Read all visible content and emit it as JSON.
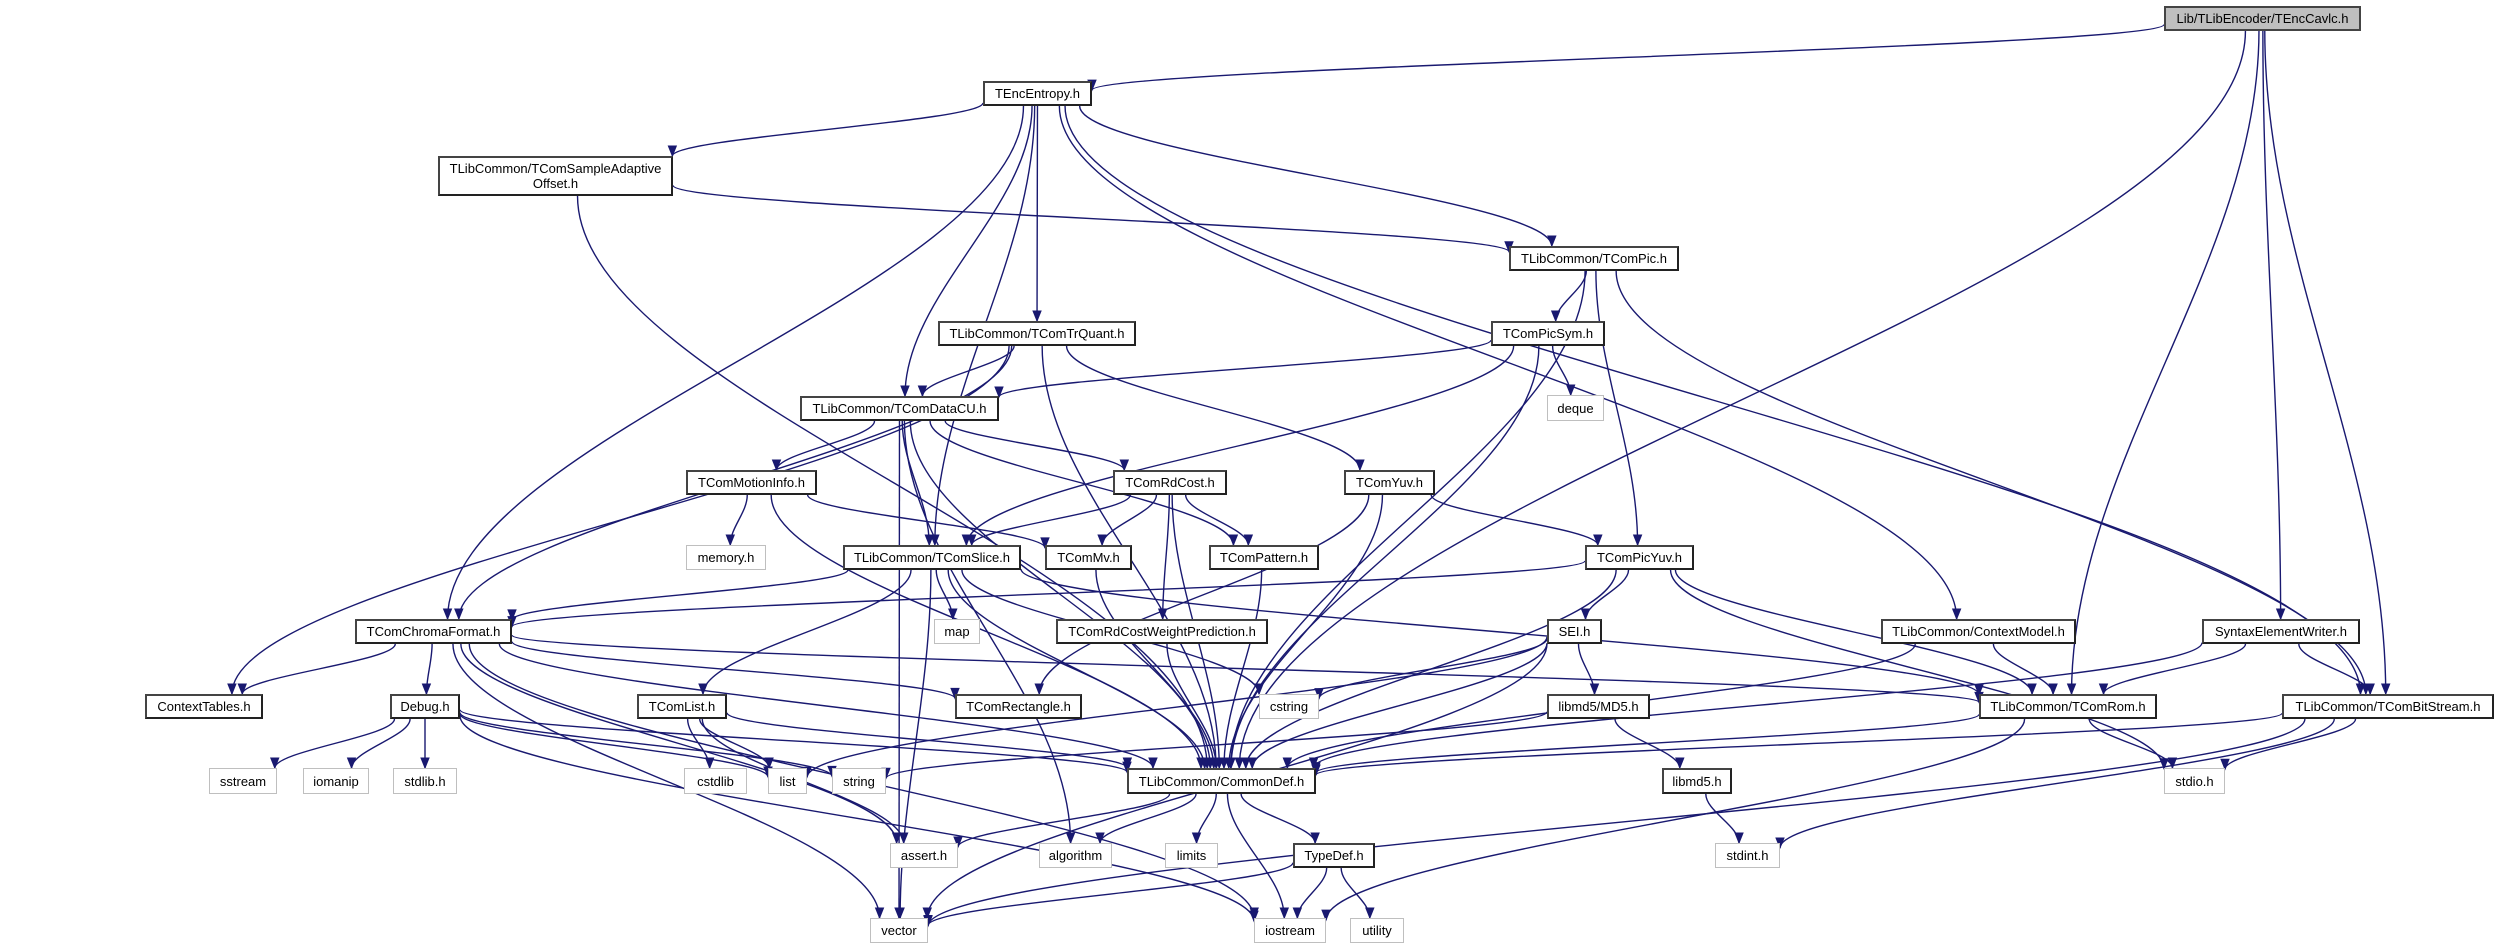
{
  "graph": {
    "title": "Lib/TLibEncoder/TEncCavlc.h",
    "edge_color": "#191970",
    "root_fill": "#bfbfbf",
    "nodes": [
      {
        "id": "TEncCavlc",
        "label": "Lib/TLibEncoder/TEncCavlc.h",
        "kind": "root"
      },
      {
        "id": "TEncEntropy",
        "label": "TEncEntropy.h",
        "kind": "local"
      },
      {
        "id": "SAO",
        "label": "TLibCommon/TComSampleAdaptive\nOffset.h",
        "kind": "local"
      },
      {
        "id": "TComPic",
        "label": "TLibCommon/TComPic.h",
        "kind": "local"
      },
      {
        "id": "TComTrQuant",
        "label": "TLibCommon/TComTrQuant.h",
        "kind": "local"
      },
      {
        "id": "TComPicSym",
        "label": "TComPicSym.h",
        "kind": "local"
      },
      {
        "id": "deque",
        "label": "deque",
        "kind": "system"
      },
      {
        "id": "TComDataCU",
        "label": "TLibCommon/TComDataCU.h",
        "kind": "local"
      },
      {
        "id": "TComMotionInfo",
        "label": "TComMotionInfo.h",
        "kind": "local"
      },
      {
        "id": "TComRdCost",
        "label": "TComRdCost.h",
        "kind": "local"
      },
      {
        "id": "TComYuv",
        "label": "TComYuv.h",
        "kind": "local"
      },
      {
        "id": "memory",
        "label": "memory.h",
        "kind": "system"
      },
      {
        "id": "TComSlice",
        "label": "TLibCommon/TComSlice.h",
        "kind": "local"
      },
      {
        "id": "TComMv",
        "label": "TComMv.h",
        "kind": "local"
      },
      {
        "id": "TComPattern",
        "label": "TComPattern.h",
        "kind": "local"
      },
      {
        "id": "TComPicYuv",
        "label": "TComPicYuv.h",
        "kind": "local"
      },
      {
        "id": "TComChromaFormat",
        "label": "TComChromaFormat.h",
        "kind": "local"
      },
      {
        "id": "map",
        "label": "map",
        "kind": "system"
      },
      {
        "id": "TComRdCostWP",
        "label": "TComRdCostWeightPrediction.h",
        "kind": "local"
      },
      {
        "id": "SEI",
        "label": "SEI.h",
        "kind": "local"
      },
      {
        "id": "ContextModel",
        "label": "TLibCommon/ContextModel.h",
        "kind": "local"
      },
      {
        "id": "SyntaxElementWriter",
        "label": "SyntaxElementWriter.h",
        "kind": "local"
      },
      {
        "id": "ContextTables",
        "label": "ContextTables.h",
        "kind": "local"
      },
      {
        "id": "Debug",
        "label": "Debug.h",
        "kind": "local"
      },
      {
        "id": "TComList",
        "label": "TComList.h",
        "kind": "local"
      },
      {
        "id": "TComRectangle",
        "label": "TComRectangle.h",
        "kind": "local"
      },
      {
        "id": "cstring",
        "label": "cstring",
        "kind": "system"
      },
      {
        "id": "MD5",
        "label": "libmd5/MD5.h",
        "kind": "local"
      },
      {
        "id": "TComRom",
        "label": "TLibCommon/TComRom.h",
        "kind": "local"
      },
      {
        "id": "TComBitStream",
        "label": "TLibCommon/TComBitStream.h",
        "kind": "local"
      },
      {
        "id": "sstream",
        "label": "sstream",
        "kind": "system"
      },
      {
        "id": "iomanip",
        "label": "iomanip",
        "kind": "system"
      },
      {
        "id": "stdlib",
        "label": "stdlib.h",
        "kind": "system"
      },
      {
        "id": "cstdlib",
        "label": "cstdlib",
        "kind": "system"
      },
      {
        "id": "list",
        "label": "list",
        "kind": "system"
      },
      {
        "id": "string",
        "label": "string",
        "kind": "system"
      },
      {
        "id": "CommonDef",
        "label": "TLibCommon/CommonDef.h",
        "kind": "local"
      },
      {
        "id": "libmd5",
        "label": "libmd5.h",
        "kind": "local"
      },
      {
        "id": "stdio",
        "label": "stdio.h",
        "kind": "system"
      },
      {
        "id": "assert",
        "label": "assert.h",
        "kind": "system"
      },
      {
        "id": "algorithm",
        "label": "algorithm",
        "kind": "system"
      },
      {
        "id": "limits",
        "label": "limits",
        "kind": "system"
      },
      {
        "id": "TypeDef",
        "label": "TypeDef.h",
        "kind": "local"
      },
      {
        "id": "stdint",
        "label": "stdint.h",
        "kind": "system"
      },
      {
        "id": "vector",
        "label": "vector",
        "kind": "system"
      },
      {
        "id": "iostream",
        "label": "iostream",
        "kind": "system"
      },
      {
        "id": "utility",
        "label": "utility",
        "kind": "system"
      }
    ],
    "edges": [
      [
        "TEncCavlc",
        "TEncEntropy"
      ],
      [
        "TEncCavlc",
        "CommonDef"
      ],
      [
        "TEncCavlc",
        "SyntaxElementWriter"
      ],
      [
        "TEncCavlc",
        "TComRom"
      ],
      [
        "TEncCavlc",
        "TComBitStream"
      ],
      [
        "TEncEntropy",
        "SAO"
      ],
      [
        "TEncEntropy",
        "TComPic"
      ],
      [
        "TEncEntropy",
        "TComTrQuant"
      ],
      [
        "TEncEntropy",
        "TComDataCU"
      ],
      [
        "TEncEntropy",
        "TComSlice"
      ],
      [
        "TEncEntropy",
        "TComChromaFormat"
      ],
      [
        "TEncEntropy",
        "ContextModel"
      ],
      [
        "TEncEntropy",
        "TComBitStream"
      ],
      [
        "SAO",
        "TComPic"
      ],
      [
        "SAO",
        "CommonDef"
      ],
      [
        "TComPic",
        "TComPicSym"
      ],
      [
        "TComPic",
        "TComPicYuv"
      ],
      [
        "TComPic",
        "CommonDef"
      ],
      [
        "TComPic",
        "TComBitStream"
      ],
      [
        "TComPicSym",
        "deque"
      ],
      [
        "TComPicSym",
        "TComDataCU"
      ],
      [
        "TComPicSym",
        "TComSlice"
      ],
      [
        "TComPicSym",
        "CommonDef"
      ],
      [
        "TComTrQuant",
        "TComDataCU"
      ],
      [
        "TComTrQuant",
        "TComYuv"
      ],
      [
        "TComTrQuant",
        "ContextTables"
      ],
      [
        "TComTrQuant",
        "TComChromaFormat"
      ],
      [
        "TComTrQuant",
        "CommonDef"
      ],
      [
        "TComDataCU",
        "TComMotionInfo"
      ],
      [
        "TComDataCU",
        "TComRdCost"
      ],
      [
        "TComDataCU",
        "TComSlice"
      ],
      [
        "TComDataCU",
        "TComPattern"
      ],
      [
        "TComDataCU",
        "CommonDef"
      ],
      [
        "TComDataCU",
        "vector"
      ],
      [
        "TComDataCU",
        "algorithm"
      ],
      [
        "TComMotionInfo",
        "memory"
      ],
      [
        "TComMotionInfo",
        "TComMv"
      ],
      [
        "TComMotionInfo",
        "CommonDef"
      ],
      [
        "TComRdCost",
        "TComSlice"
      ],
      [
        "TComRdCost",
        "TComMv"
      ],
      [
        "TComRdCost",
        "TComPattern"
      ],
      [
        "TComRdCost",
        "TComRdCostWP"
      ],
      [
        "TComRdCost",
        "CommonDef"
      ],
      [
        "TComYuv",
        "TComPicYuv"
      ],
      [
        "TComYuv",
        "TComRectangle"
      ],
      [
        "TComYuv",
        "CommonDef"
      ],
      [
        "TComSlice",
        "TComChromaFormat"
      ],
      [
        "TComSlice",
        "map"
      ],
      [
        "TComSlice",
        "TComList"
      ],
      [
        "TComSlice",
        "cstring"
      ],
      [
        "TComSlice",
        "TComRom"
      ],
      [
        "TComSlice",
        "CommonDef"
      ],
      [
        "TComSlice",
        "vector"
      ],
      [
        "TComMv",
        "CommonDef"
      ],
      [
        "TComPattern",
        "CommonDef"
      ],
      [
        "TComPicYuv",
        "TComChromaFormat"
      ],
      [
        "TComPicYuv",
        "SEI"
      ],
      [
        "TComPicYuv",
        "TComRom"
      ],
      [
        "TComPicYuv",
        "CommonDef"
      ],
      [
        "TComPicYuv",
        "stdio"
      ],
      [
        "TComChromaFormat",
        "ContextTables"
      ],
      [
        "TComChromaFormat",
        "Debug"
      ],
      [
        "TComChromaFormat",
        "TComRectangle"
      ],
      [
        "TComChromaFormat",
        "TComRom"
      ],
      [
        "TComChromaFormat",
        "CommonDef"
      ],
      [
        "TComChromaFormat",
        "vector"
      ],
      [
        "TComChromaFormat",
        "iostream"
      ],
      [
        "TComChromaFormat",
        "assert"
      ],
      [
        "TComRdCostWP",
        "CommonDef"
      ],
      [
        "SEI",
        "cstring"
      ],
      [
        "SEI",
        "list"
      ],
      [
        "SEI",
        "MD5"
      ],
      [
        "SEI",
        "CommonDef"
      ],
      [
        "SEI",
        "vector"
      ],
      [
        "ContextModel",
        "TComRom"
      ],
      [
        "ContextModel",
        "CommonDef"
      ],
      [
        "SyntaxElementWriter",
        "TComRom"
      ],
      [
        "SyntaxElementWriter",
        "TComBitStream"
      ],
      [
        "SyntaxElementWriter",
        "CommonDef"
      ],
      [
        "Debug",
        "sstream"
      ],
      [
        "Debug",
        "iomanip"
      ],
      [
        "Debug",
        "stdlib"
      ],
      [
        "Debug",
        "list"
      ],
      [
        "Debug",
        "string"
      ],
      [
        "Debug",
        "CommonDef"
      ],
      [
        "Debug",
        "iostream"
      ],
      [
        "TComList",
        "cstdlib"
      ],
      [
        "TComList",
        "list"
      ],
      [
        "TComList",
        "assert"
      ],
      [
        "TComList",
        "CommonDef"
      ],
      [
        "MD5",
        "libmd5"
      ],
      [
        "MD5",
        "string"
      ],
      [
        "TComRom",
        "CommonDef"
      ],
      [
        "TComRom",
        "stdio"
      ],
      [
        "TComRom",
        "iostream"
      ],
      [
        "TComBitStream",
        "CommonDef"
      ],
      [
        "TComBitStream",
        "stdio"
      ],
      [
        "TComBitStream",
        "stdint"
      ],
      [
        "TComBitStream",
        "vector"
      ],
      [
        "libmd5",
        "stdint"
      ],
      [
        "CommonDef",
        "assert"
      ],
      [
        "CommonDef",
        "algorithm"
      ],
      [
        "CommonDef",
        "limits"
      ],
      [
        "CommonDef",
        "TypeDef"
      ],
      [
        "CommonDef",
        "iostream"
      ],
      [
        "TypeDef",
        "vector"
      ],
      [
        "TypeDef",
        "iostream"
      ],
      [
        "TypeDef",
        "utility"
      ]
    ]
  }
}
